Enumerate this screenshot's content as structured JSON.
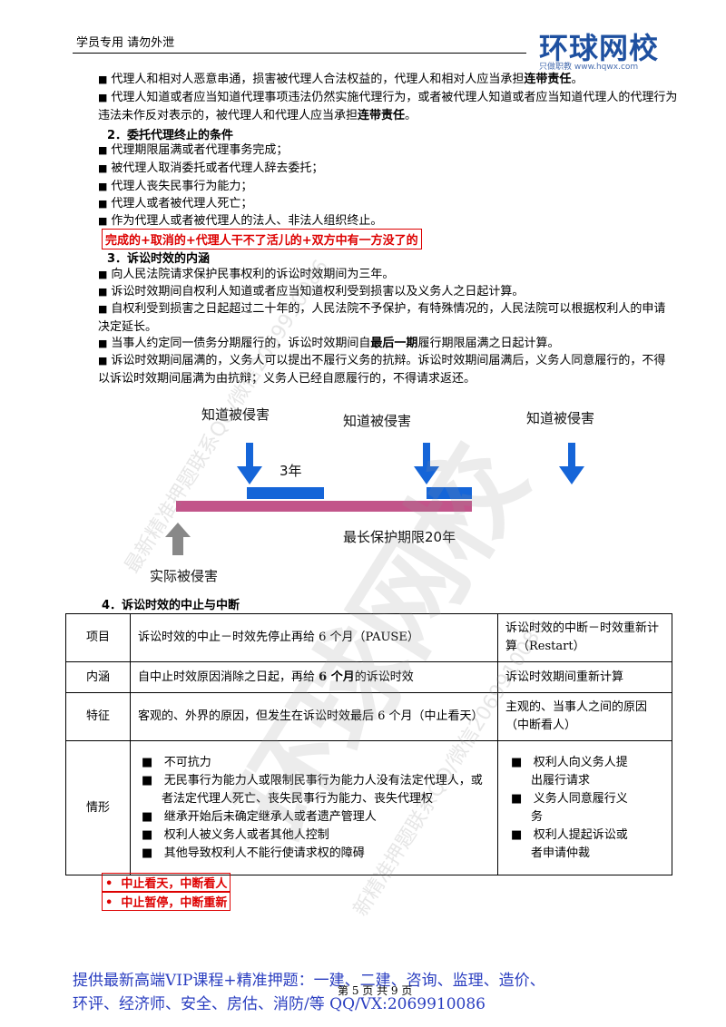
{
  "header": {
    "left_text": "学员专用 请勿外泄",
    "logo_text": "环球网校",
    "logo_sub": "只做职教 www.hqwx.com"
  },
  "top_bullets": [
    {
      "text": "代理人和相对人恶意串通，损害被代理人合法权益的，代理人和相对人应当承担",
      "bold": "连带责任",
      "tail": "。"
    },
    {
      "text": "代理人知道或者应当知道代理事项违法仍然实施代理行为，或者被代理人知道或者应当知道代理人的代理行为违法未作反对表示的，被代理人和代理人应当承担",
      "bold": "连带责任",
      "tail": "。"
    }
  ],
  "section2": {
    "title": "2．委托代理终止的条件",
    "items": [
      "代理期限届满或者代理事务完成；",
      "被代理人取消委托或者代理人辞去委托；",
      "代理人丧失民事行为能力；",
      "代理人或者被代理人死亡；",
      "作为代理人或者被代理人的法人、非法人组织终止。"
    ],
    "mnemonic": "完成的+取消的+代理人干不了活儿的+双方中有一方没了的"
  },
  "section3": {
    "title": "3．诉讼时效的内涵",
    "items": [
      {
        "text": "向人民法院请求保护民事权利的诉讼时效期间为三年。"
      },
      {
        "text": "诉讼时效期间自权利人知道或者应当知道权利受到损害以及义务人之日起计算。"
      },
      {
        "text": "自权利受到损害之日起超过二十年的，人民法院不予保护，有特殊情况的，人民法院可以根据权利人的申请决定延长。"
      },
      {
        "pre": "当事人约定同一债务分期履行的，诉讼时效期间自",
        "bold": "最后一期",
        "post": "履行期限届满之日起计算。"
      },
      {
        "text": "诉讼时效期间届满的，义务人可以提出不履行义务的抗辩。诉讼时效期间届满后，义务人同意履行的，不得以诉讼时效期间届满为由抗辩；义务人已经自愿履行的，不得请求返还。"
      }
    ]
  },
  "diagram": {
    "label1": "知道被侵害",
    "label2": "知道被侵害",
    "label3": "知道被侵害",
    "three_year": "3年",
    "max_period": "最长保护期限20年",
    "actual": "实际被侵害",
    "colors": {
      "blue": "#1565d8",
      "pink": "#c2558a",
      "gray": "#888888"
    }
  },
  "section4": {
    "title": "4．诉讼时效的中止与中断",
    "table": {
      "rows": [
        {
          "label": "项目",
          "mid": "诉讼时效的中止－时效先停止再给 6 个月（PAUSE）",
          "right": "诉讼时效的中断－时效重新计算（Restart）"
        },
        {
          "label": "内涵",
          "mid_pre": "自中止时效原因消除之日起，再给 ",
          "mid_bold": "6 个月",
          "mid_post": "的诉讼时效",
          "right": "诉讼时效期间重新计算"
        },
        {
          "label": "特征",
          "mid": "客观的、外界的原因，但发生在诉讼时效最后 6 个月（中止看天）",
          "right": "主观的、当事人之间的原因（中断看人）"
        },
        {
          "label": "情形",
          "mid_items": [
            "不可抗力",
            "无民事行为能力人或限制民事行为能力人没有法定代理人，或者法定代理人死亡、丧失民事行为能力、丧失代理权",
            "继承开始后未确定继承人或者遗产管理人",
            "权利人被义务人或者其他人控制",
            "其他导致权利人不能行使请求权的障碍"
          ],
          "right_items": [
            "权利人向义务人提出履行请求",
            "义务人同意履行义务",
            "权利人提起诉讼或者申请仲裁"
          ]
        }
      ]
    }
  },
  "bottom_notes": [
    "中止看天，中断看人",
    "中止暂停，中断重新"
  ],
  "footer": {
    "line1": "提供最新高端VIP课程+精准押题：一建、二建、咨询、监理、造价、",
    "line2": "环评、经济师、安全、房估、消防/等  QQ/VX:2069910086",
    "page_no": "第 5 页 共 9 页"
  },
  "watermarks": {
    "diag1": "最新精准押题联系QQ/微信2069910086",
    "diag2": "新精准押题联系QQ/微信2069910086",
    "big": "环球网校"
  }
}
